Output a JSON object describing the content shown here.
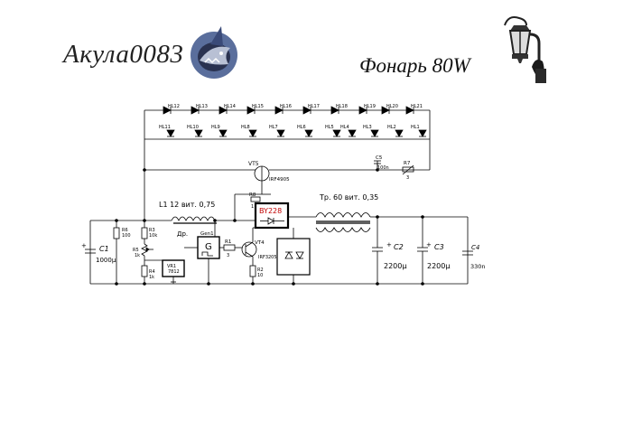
{
  "header": {
    "logo_text": "Акула0083",
    "title": "Фонарь 80W"
  },
  "schematic": {
    "leds_top": [
      "HL12",
      "HL13",
      "HL14",
      "HL15",
      "HL16",
      "HL17",
      "HL18",
      "HL19",
      "HL20",
      "HL21"
    ],
    "leds_bottom": [
      "HL11",
      "HL10",
      "HL9",
      "HL8",
      "HL7",
      "HL6",
      "HL5",
      "HL4",
      "HL3",
      "HL2",
      "HL1"
    ],
    "vt5": "VT5",
    "vt5_part": "IRF4905",
    "c5": "C5",
    "c5_val": "100n",
    "r7": "R7",
    "r7_val": "3",
    "r8": "R8",
    "r8_val": "1",
    "diode": "BY228",
    "l1": "L1 12 вит.  0,75",
    "l1_name": "Др.",
    "tr": "Тр. 60 вит. 0,35",
    "r6": "R6",
    "r6_val": "100",
    "r3": "R3",
    "r3_val": "10k",
    "r5": "R5",
    "r5_val": "1k",
    "r4": "R4",
    "r4_val": "1k",
    "gen": "Gen1",
    "gen_letter": "G",
    "r1": "R1",
    "r1_val": "3",
    "vt4": "VT4",
    "vt4_part": "IRF3205",
    "r2": "R2",
    "r2_val": "10",
    "vr1": "VR1",
    "vr1_part": "7812",
    "c1": "C1",
    "c1_val": "1000µ",
    "c2": "C2",
    "c2_val": "2200µ",
    "c3": "C3",
    "c3_val": "2200µ",
    "c4": "C4",
    "c4_val": "330n"
  },
  "colors": {
    "line": "#000000",
    "diode_label": "#c00000"
  }
}
